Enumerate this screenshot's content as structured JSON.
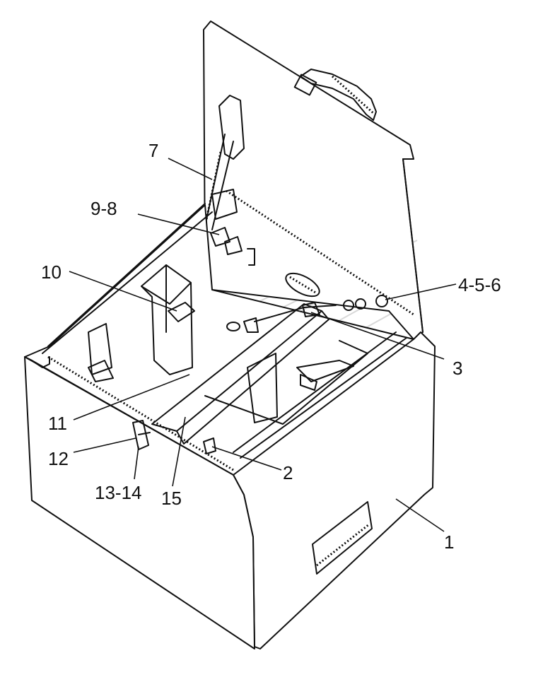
{
  "callouts": {
    "c1": "1",
    "c2": "2",
    "c3": "3",
    "c456": "4-5-6",
    "c7": "7",
    "c98": "9-8",
    "c10": "10",
    "c11": "11",
    "c12": "12",
    "c1314": "13-14",
    "c15": "15"
  }
}
